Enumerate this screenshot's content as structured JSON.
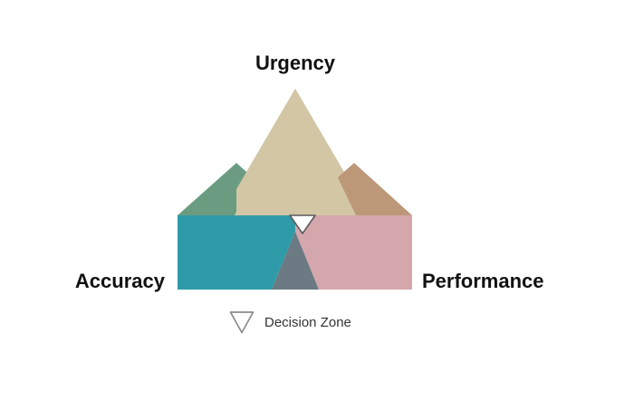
{
  "figure": {
    "type": "ternary-decision-triangle",
    "background_color": "#FFFFFF",
    "vertices": {
      "top": {
        "label": "Urgency",
        "apex": [
          326,
          98
        ]
      },
      "left": {
        "label": "Accuracy",
        "apex": [
          196,
          320
        ]
      },
      "right": {
        "label": "Performance",
        "apex": [
          455,
          320
        ]
      }
    },
    "regions": [
      {
        "name": "urgency-region",
        "color": "#D2C6A5",
        "corner": "top"
      },
      {
        "name": "urgency-accuracy-region",
        "color": "#6B9C81",
        "corner": "upper-left"
      },
      {
        "name": "urgency-performance-region",
        "color": "#BC9878",
        "corner": "upper-right"
      },
      {
        "name": "accuracy-region",
        "color": "#2F9BA8",
        "corner": "lower-left"
      },
      {
        "name": "performance-region",
        "color": "#D4A7AC",
        "corner": "lower-right"
      },
      {
        "name": "accuracy-performance-region",
        "color": "#6B7A83",
        "corner": "bottom-center"
      }
    ],
    "decision_zone": {
      "label": "Decision Zone",
      "fill_color": "#FFFFFF",
      "stroke_color": "#5A5A5A",
      "orientation": "inverted-triangle"
    },
    "legend": {
      "label": "Decision Zone",
      "marker": "inverted-triangle-outline",
      "marker_stroke_color": "#8C8C8C",
      "marker_fill_color": "#FFFFFF"
    },
    "label_color": "#111111"
  },
  "chart_data": {
    "type": "ternary",
    "title": "",
    "axes": [
      "Urgency",
      "Accuracy",
      "Performance"
    ],
    "categories": [
      "Urgency",
      "Urgency + Accuracy",
      "Urgency + Performance",
      "Accuracy",
      "Performance",
      "Accuracy + Performance",
      "Decision Zone"
    ],
    "colors": [
      "#D2C6A5",
      "#6B9C81",
      "#BC9878",
      "#2F9BA8",
      "#D4A7AC",
      "#6B7A83",
      "#FFFFFF"
    ],
    "legend_entries": [
      "Decision Zone"
    ],
    "legend_position": "bottom-center",
    "grid": false
  }
}
